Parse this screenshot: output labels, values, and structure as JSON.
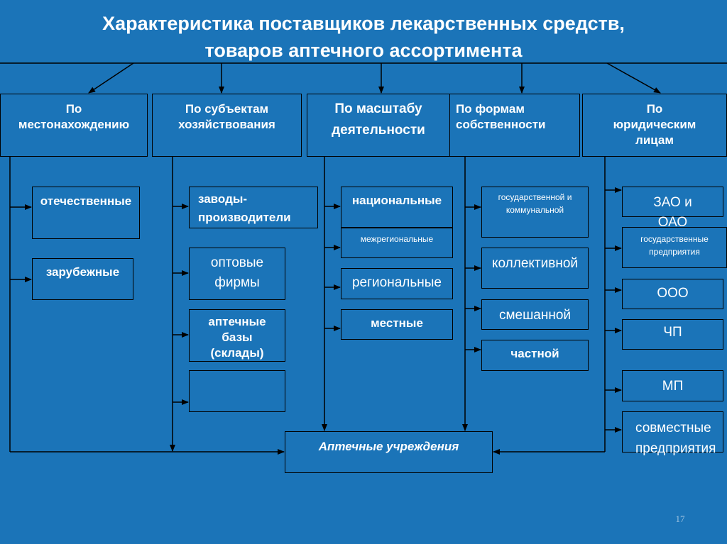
{
  "title": {
    "line1": "Характеристика поставщиков лекарственных средств,",
    "line2": "товаров аптечного ассортимента"
  },
  "headers": [
    "По местонахождению",
    "По субъектам хозяйствования",
    "По масштабу деятельности",
    "По формам собственности",
    "По юридическим лицам"
  ],
  "location": [
    "отечественные",
    "зарубежные"
  ],
  "subjects": [
    "заводы-производители",
    "оптовые фирмы",
    "аптечные базы (склады)",
    ""
  ],
  "scale": [
    "национальные",
    "межрегиональные",
    "региональные",
    "местные"
  ],
  "ownership": [
    "государственной и коммунальной",
    "коллективной",
    "смешанной",
    "частной"
  ],
  "legal": [
    "ЗАО и ОАО",
    "государственные предприятия",
    "ООО",
    "ЧП",
    "МП",
    "совместные предприятия"
  ],
  "target": "Аптечные учреждения",
  "page_number": "17"
}
